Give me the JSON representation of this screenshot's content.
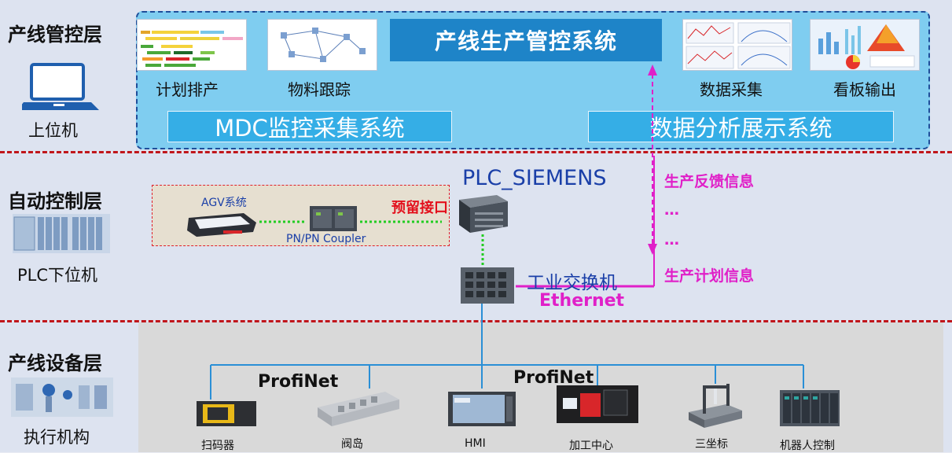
{
  "layers": {
    "top": {
      "title": "产线管控层",
      "sub": "上位机"
    },
    "mid": {
      "title": "自动控制层",
      "sub": "PLC下位机"
    },
    "bot": {
      "title": "产线设备层",
      "sub": "执行机构"
    }
  },
  "management": {
    "system_title": "产线生产管控系统",
    "mdc": "MDC监控采集系统",
    "analysis": "数据分析展示系统",
    "thumbs": [
      "计划排产",
      "物料跟踪",
      "数据采集",
      "看板输出"
    ]
  },
  "control": {
    "agv": "AGV系统",
    "coupler": "PN/PN Coupler",
    "reserved": "预留接口",
    "plc": "PLC_SIEMENS",
    "switch": "工业交换机",
    "ethernet": "Ethernet",
    "feedback": "生产反馈信息",
    "dots1": "…",
    "dots2": "…",
    "plan": "生产计划信息"
  },
  "devices": {
    "profinet_left": "ProfiNet",
    "profinet_right": "ProfiNet",
    "items": [
      "扫码器",
      "阀岛",
      "HMI",
      "加工中心",
      "三坐标",
      "机器人控制"
    ]
  },
  "colors": {
    "dash": "#c0161b",
    "magenta": "#e020c8",
    "blue_line": "#2a8fd6",
    "green_link": "#22cc22"
  }
}
